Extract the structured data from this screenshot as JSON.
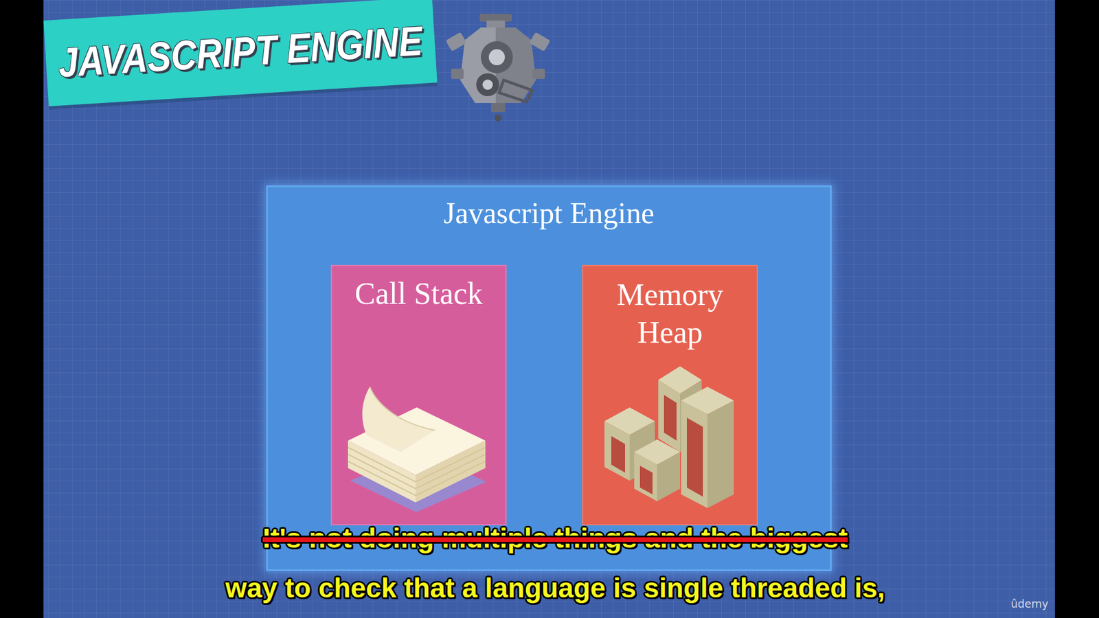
{
  "diagram": {
    "title": "JAVASCRIPT ENGINE",
    "nodes": [
      {
        "text": [
          "Javascript Engine"
        ]
      },
      {
        "text": [
          "Call Stack"
        ],
        "in": 0
      },
      {
        "text": [
          "Memory Heap"
        ],
        "in": 0
      }
    ],
    "labels": [
      "It's not doing multiple things and the biggest",
      "way to check that a language is single threaded is,",
      "ûdemy"
    ]
  }
}
